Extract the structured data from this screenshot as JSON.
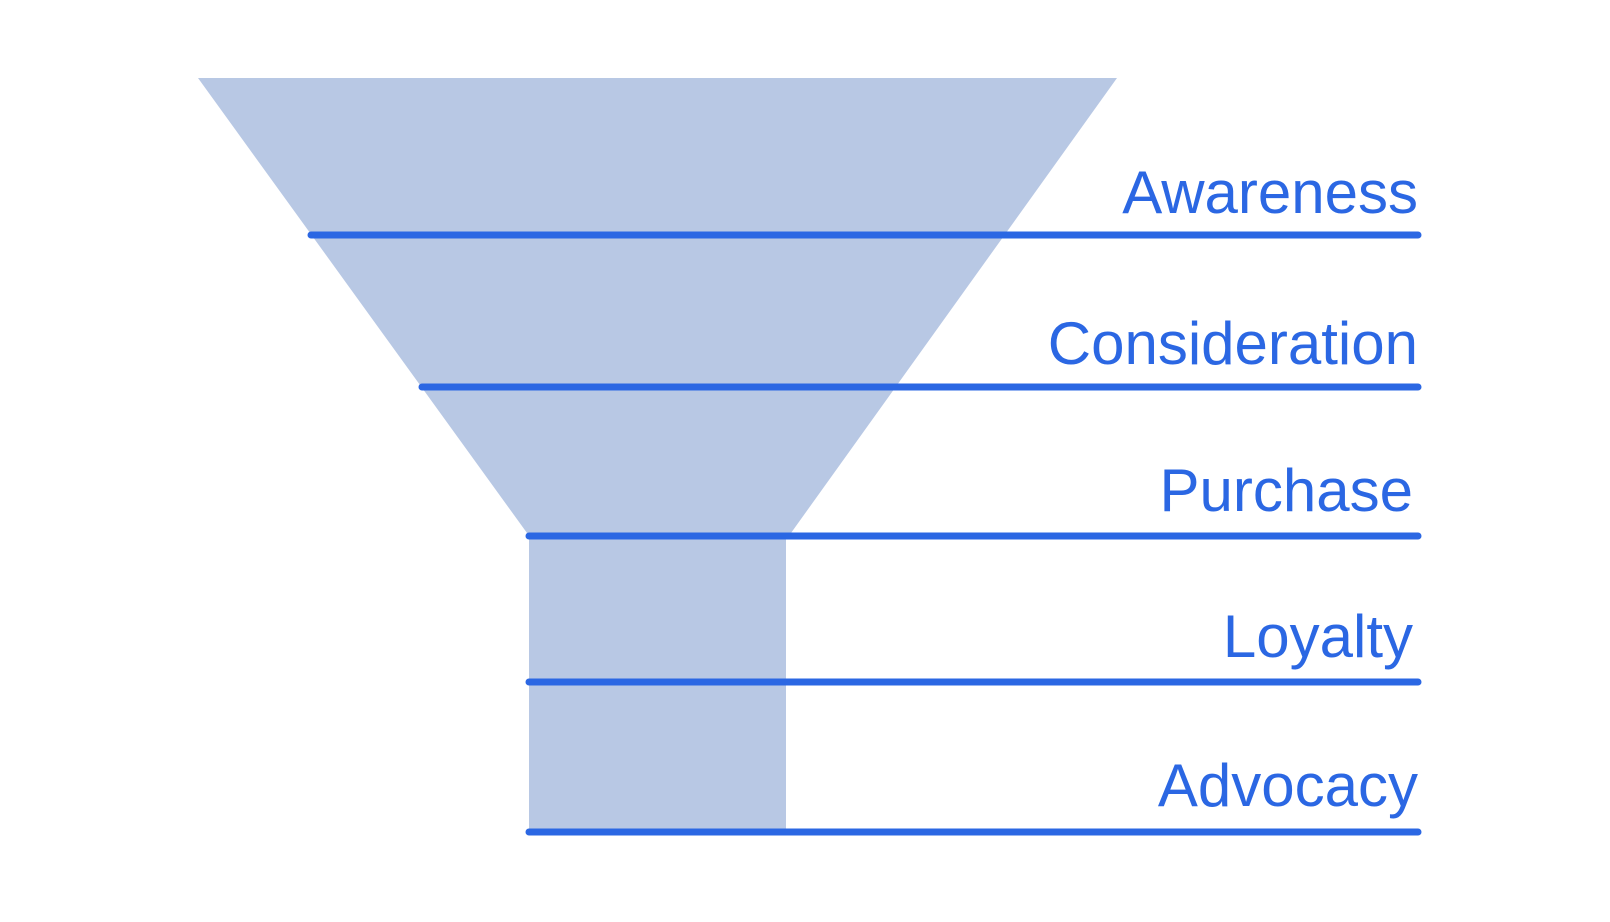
{
  "colors": {
    "funnel_fill": "#b8c8e4",
    "line": "#2b67e3",
    "label": "#2b67e3",
    "background": "#ffffff"
  },
  "stages": [
    {
      "label": "Awareness"
    },
    {
      "label": "Consideration"
    },
    {
      "label": "Purchase"
    },
    {
      "label": "Loyalty"
    },
    {
      "label": "Advocacy"
    }
  ]
}
